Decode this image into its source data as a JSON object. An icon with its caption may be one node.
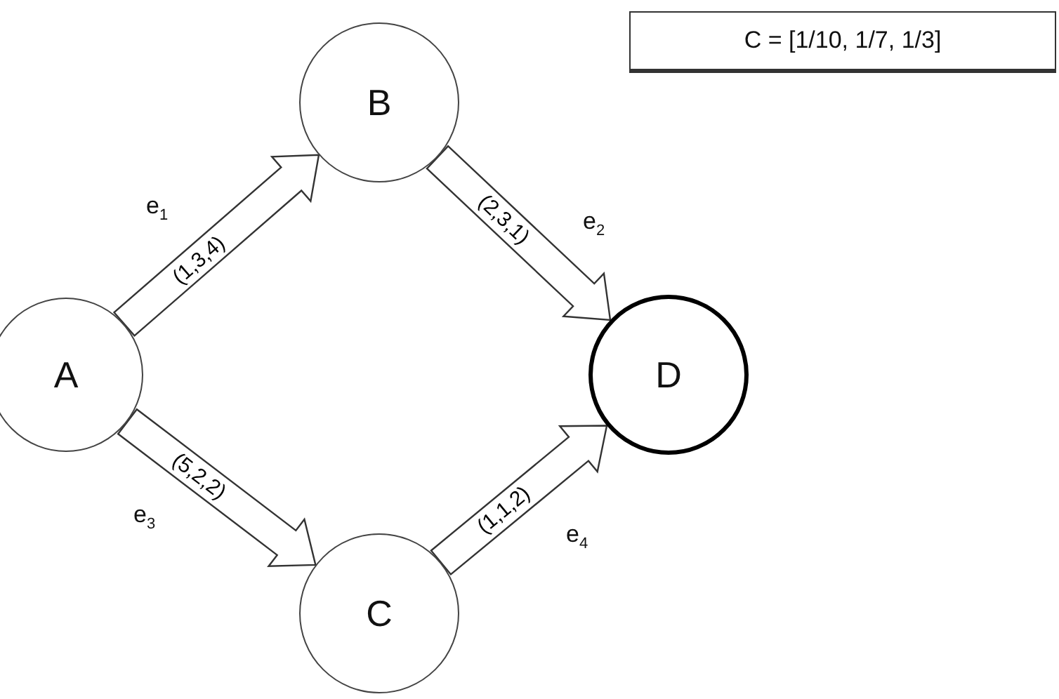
{
  "diagram": {
    "nodes": [
      {
        "text": [
          "A"
        ]
      },
      {
        "text": [
          "B"
        ]
      },
      {
        "text": [
          "C"
        ]
      },
      {
        "text": [
          "D"
        ]
      },
      {
        "text": [
          "C = [1/10, 1/7, 1/3]"
        ]
      }
    ],
    "edges": [
      {
        "from": 0,
        "to": 1,
        "arrow": "to",
        "label": "(1,3,4)"
      },
      {
        "from": 1,
        "to": 3,
        "arrow": "to",
        "label": "(2,3,1)"
      },
      {
        "from": 0,
        "to": 2,
        "arrow": "to",
        "label": "(5,2,2)"
      },
      {
        "from": 2,
        "to": 3,
        "arrow": "to",
        "label": "(1,1,2)"
      }
    ],
    "labels": [
      "e$_{1}$",
      "e$_{2}$",
      "e$_{3}$",
      "e$_{4}$"
    ]
  }
}
